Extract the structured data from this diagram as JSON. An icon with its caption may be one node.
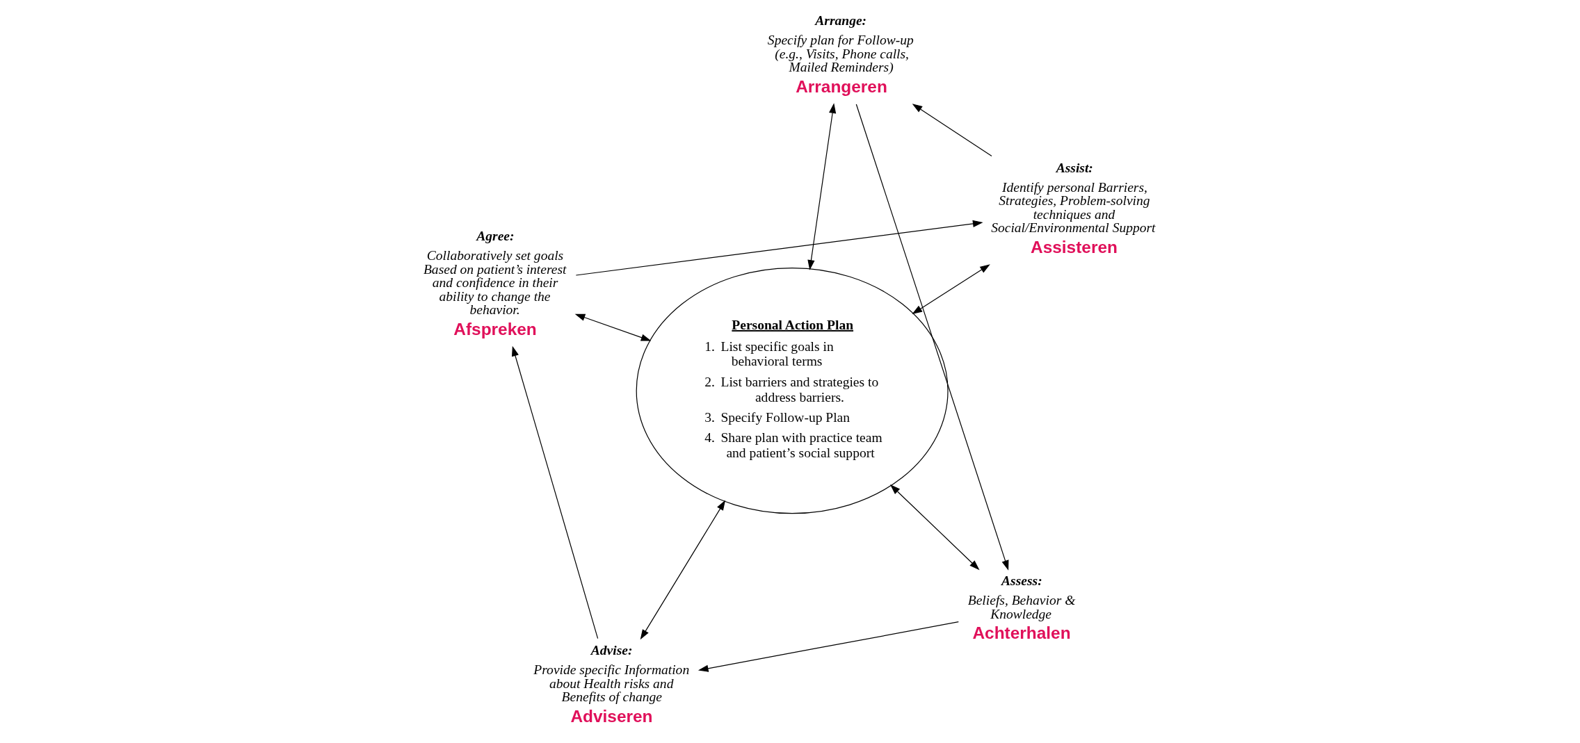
{
  "diagram": {
    "nodes": [
      {
        "text": [
          "Personal Action Plan",
          "1. List specific goals in behavioral terms",
          "2. List barriers and strategies to address barriers.",
          "3. Specify Follow-up Plan",
          "4. Share plan with practice team and patient’s social support"
        ]
      },
      {
        "text": [
          "Assess:",
          "Beliefs, Behavior & Knowledge"
        ],
        "beside": [
          "Achterhalen"
        ]
      },
      {
        "text": [
          "Advise:",
          "Provide specific Information about Health risks and Benefits of change"
        ],
        "beside": [
          "Adviseren"
        ]
      },
      {
        "text": [
          "Agree:",
          "Collaboratively set goals Based on patient’s interest and confidence in their ability to change the behavior."
        ],
        "beside": [
          "Afspreken"
        ]
      },
      {
        "text": [
          "Assist:",
          "Identify personal Barriers, Strategies, Problem-solving techniques and Social/Environmental Support"
        ],
        "beside": [
          "Assisteren"
        ]
      },
      {
        "text": [
          "Arrange:",
          "Specify plan for Follow-up (e.g., Visits, Phone calls, Mailed Reminders)"
        ],
        "beside": [
          "Arrangeren"
        ]
      }
    ],
    "edges": [
      {
        "from": 1,
        "to": 2,
        "arrow": "to"
      },
      {
        "from": 2,
        "to": 3,
        "arrow": "to"
      },
      {
        "from": 3,
        "to": 4,
        "arrow": "to"
      },
      {
        "from": 4,
        "to": 5,
        "arrow": "to"
      },
      {
        "from": 5,
        "to": 1,
        "arrow": "to"
      },
      {
        "from": 0,
        "to": 1,
        "arrow": "both"
      },
      {
        "from": 0,
        "to": 2,
        "arrow": "both"
      },
      {
        "from": 0,
        "to": 3,
        "arrow": "both"
      },
      {
        "from": 0,
        "to": 4,
        "arrow": "both"
      },
      {
        "from": 0,
        "to": 5,
        "arrow": "both"
      }
    ]
  }
}
